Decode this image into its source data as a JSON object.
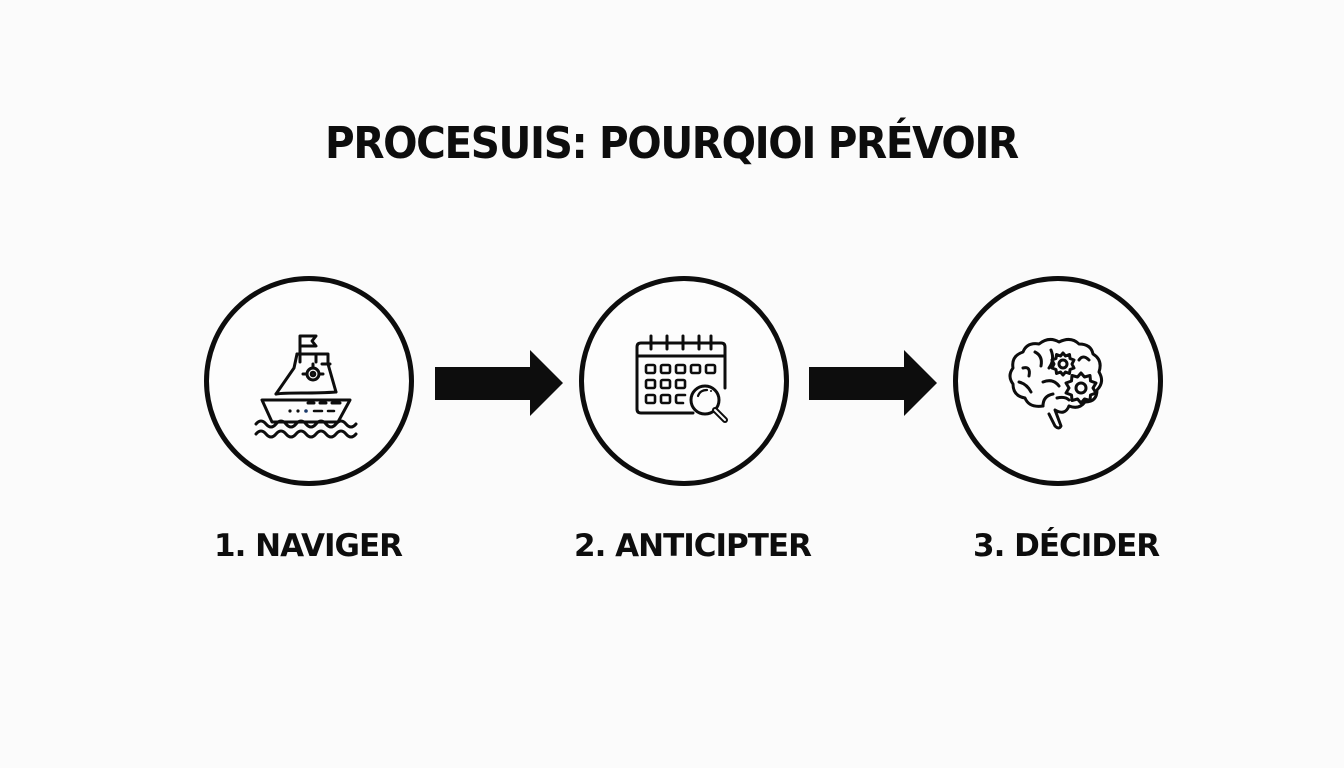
{
  "diagram": {
    "title": "PROCESUIS: POURQIOI PRÉVOIR",
    "steps": [
      {
        "label": "1. NAVIGER",
        "icon": "ship-icon"
      },
      {
        "label": "2. ANTICIPTER",
        "icon": "calendar-search-icon"
      },
      {
        "label": "3. DÉCIDER",
        "icon": "brain-gears-icon"
      }
    ],
    "connectors": [
      {
        "from": "1. NAVIGER",
        "to": "2. ANTICIPTER",
        "icon": "arrow-right-icon"
      },
      {
        "from": "2. ANTICIPTER",
        "to": "3. DÉCIDER",
        "icon": "arrow-right-icon"
      }
    ],
    "colors": {
      "background": "#fbfbfb",
      "foreground": "#0d0d0d",
      "accent_dots": "#1a3a6b"
    }
  }
}
